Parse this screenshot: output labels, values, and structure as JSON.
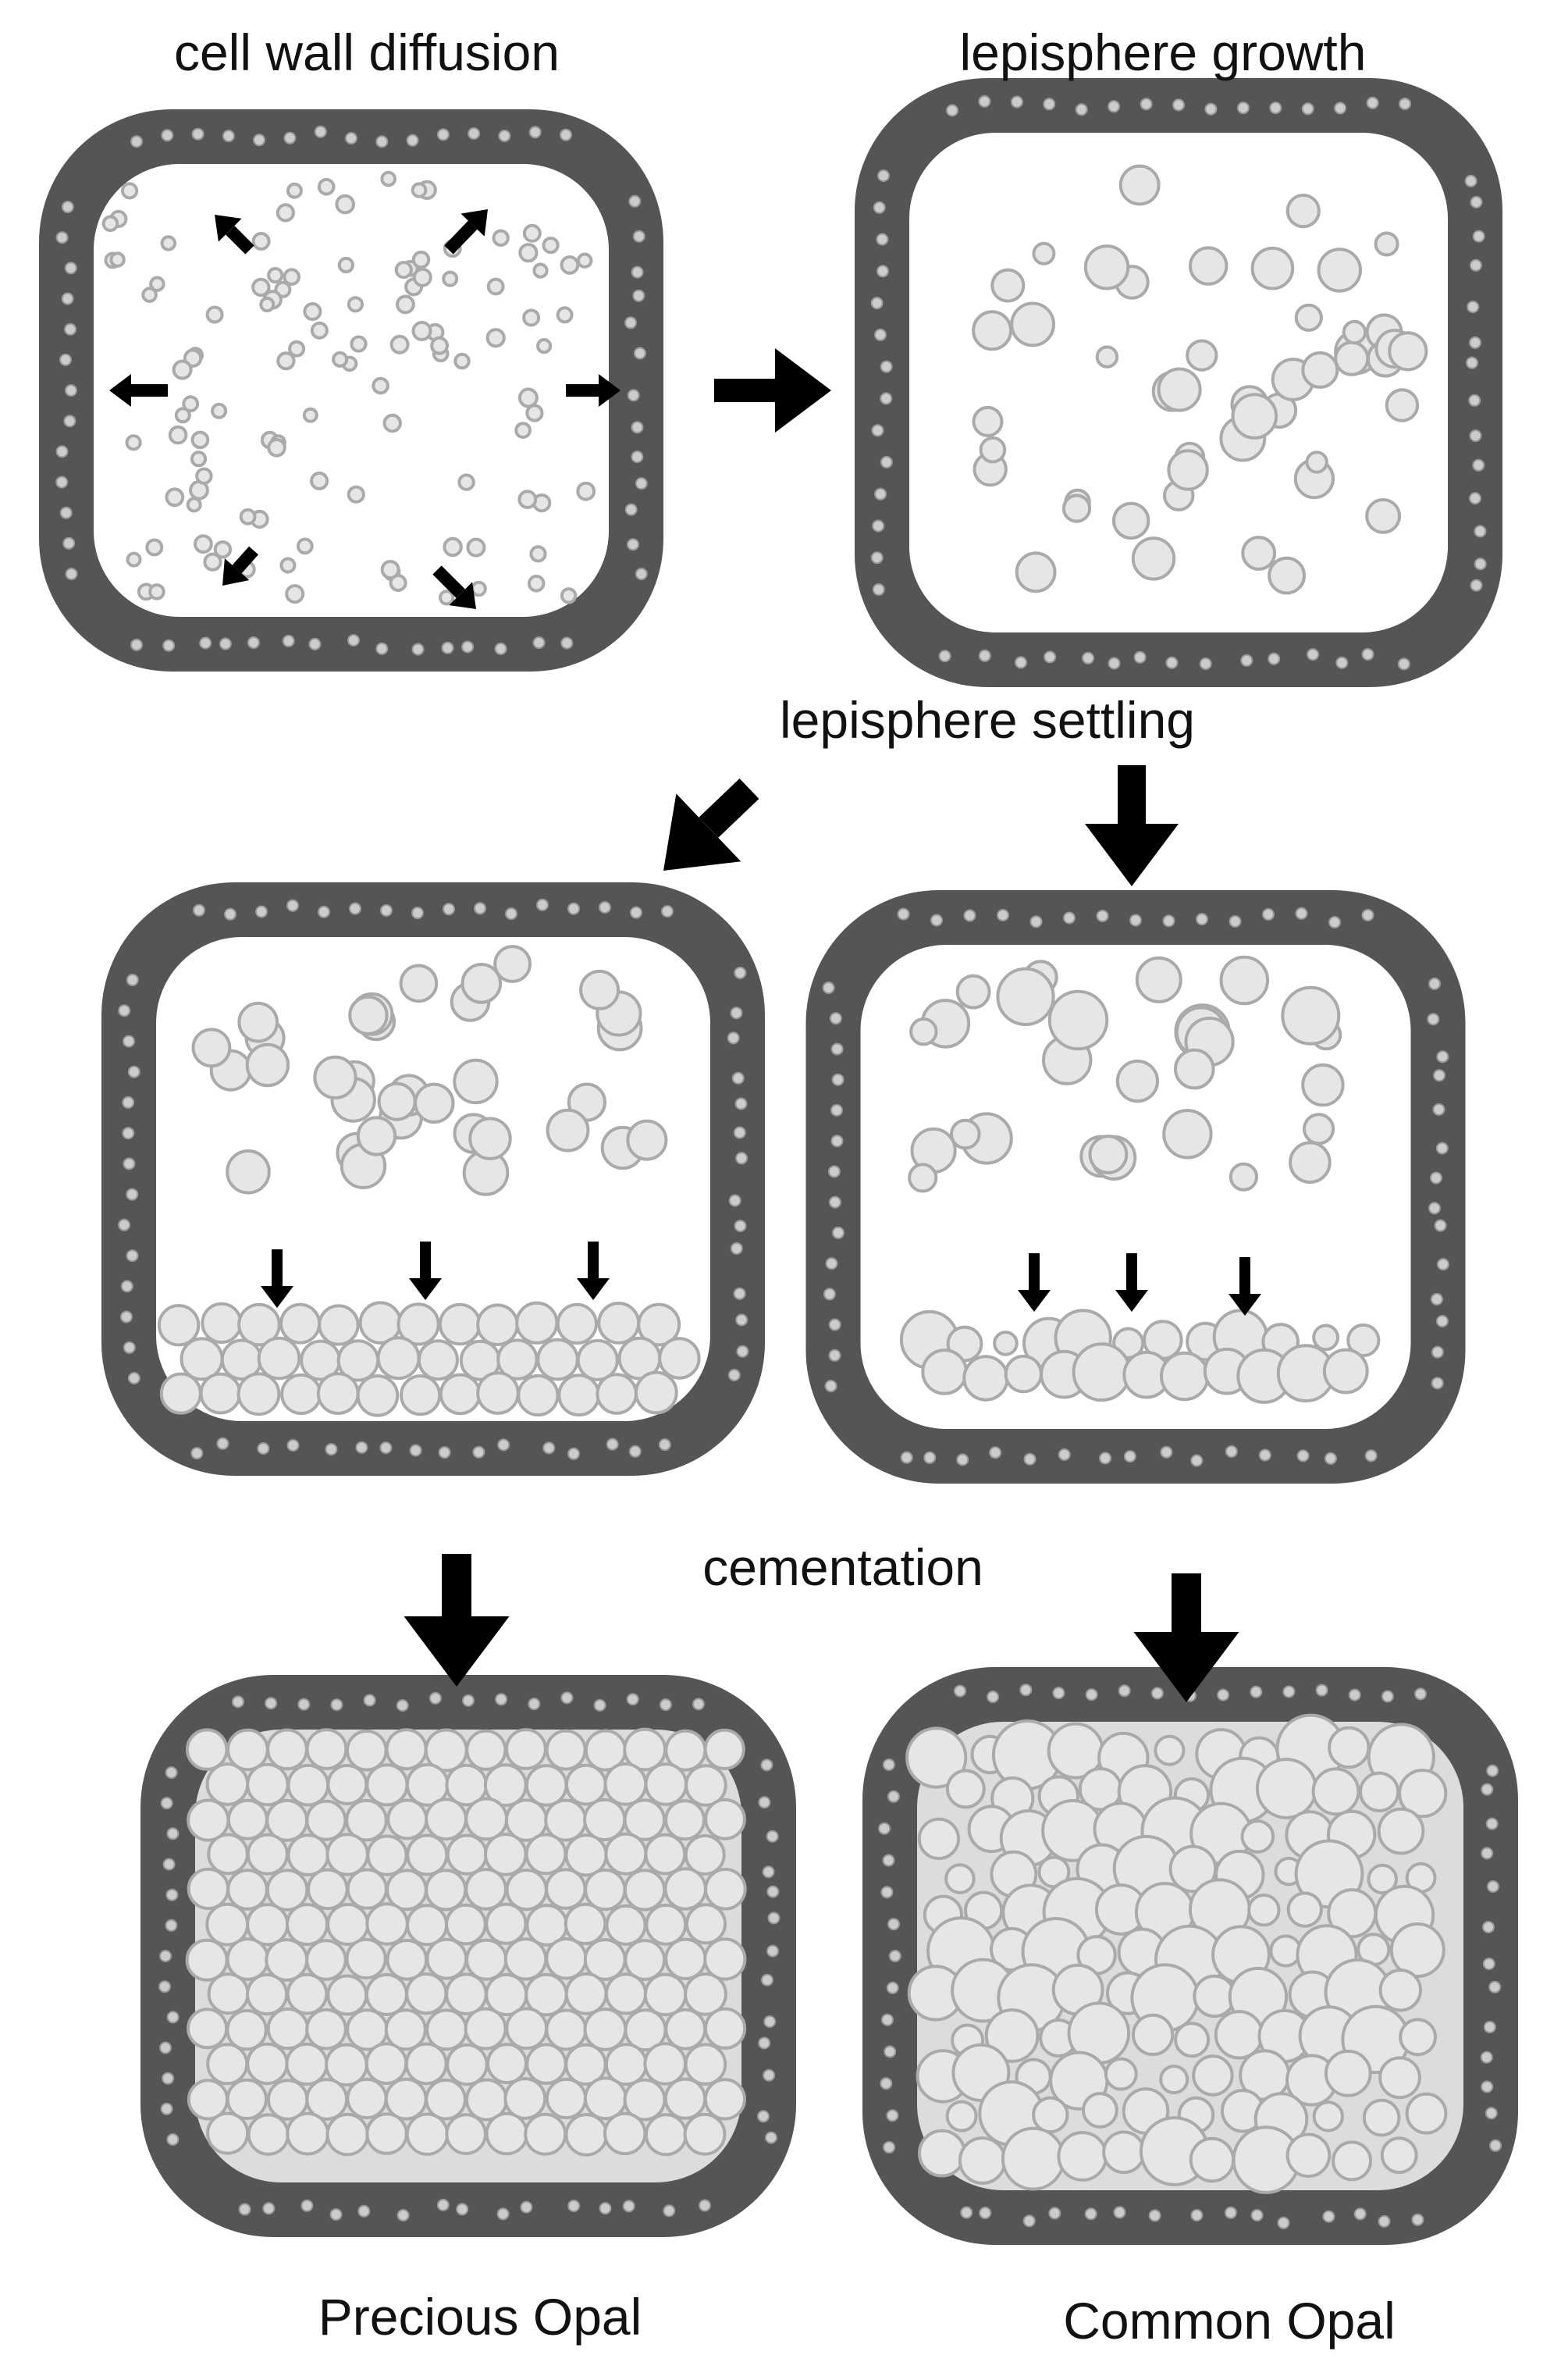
{
  "labels": {
    "cell_wall_diffusion": "cell wall diffusion",
    "lepisphere_growth": "lepisphere growth",
    "lepisphere_settling": "lepisphere settling",
    "cementation": "cementation",
    "precious_opal": "Precious Opal",
    "common_opal": "Common Opal"
  },
  "colors": {
    "wall": "#555555",
    "wall_dot": "#cccccc",
    "sphere_fill": "#e6e6e6",
    "sphere_stroke": "#aaaaaa",
    "cemented_fill": "#dcdcdc",
    "arrow": "#000000",
    "cell_interior": "#ffffff"
  }
}
